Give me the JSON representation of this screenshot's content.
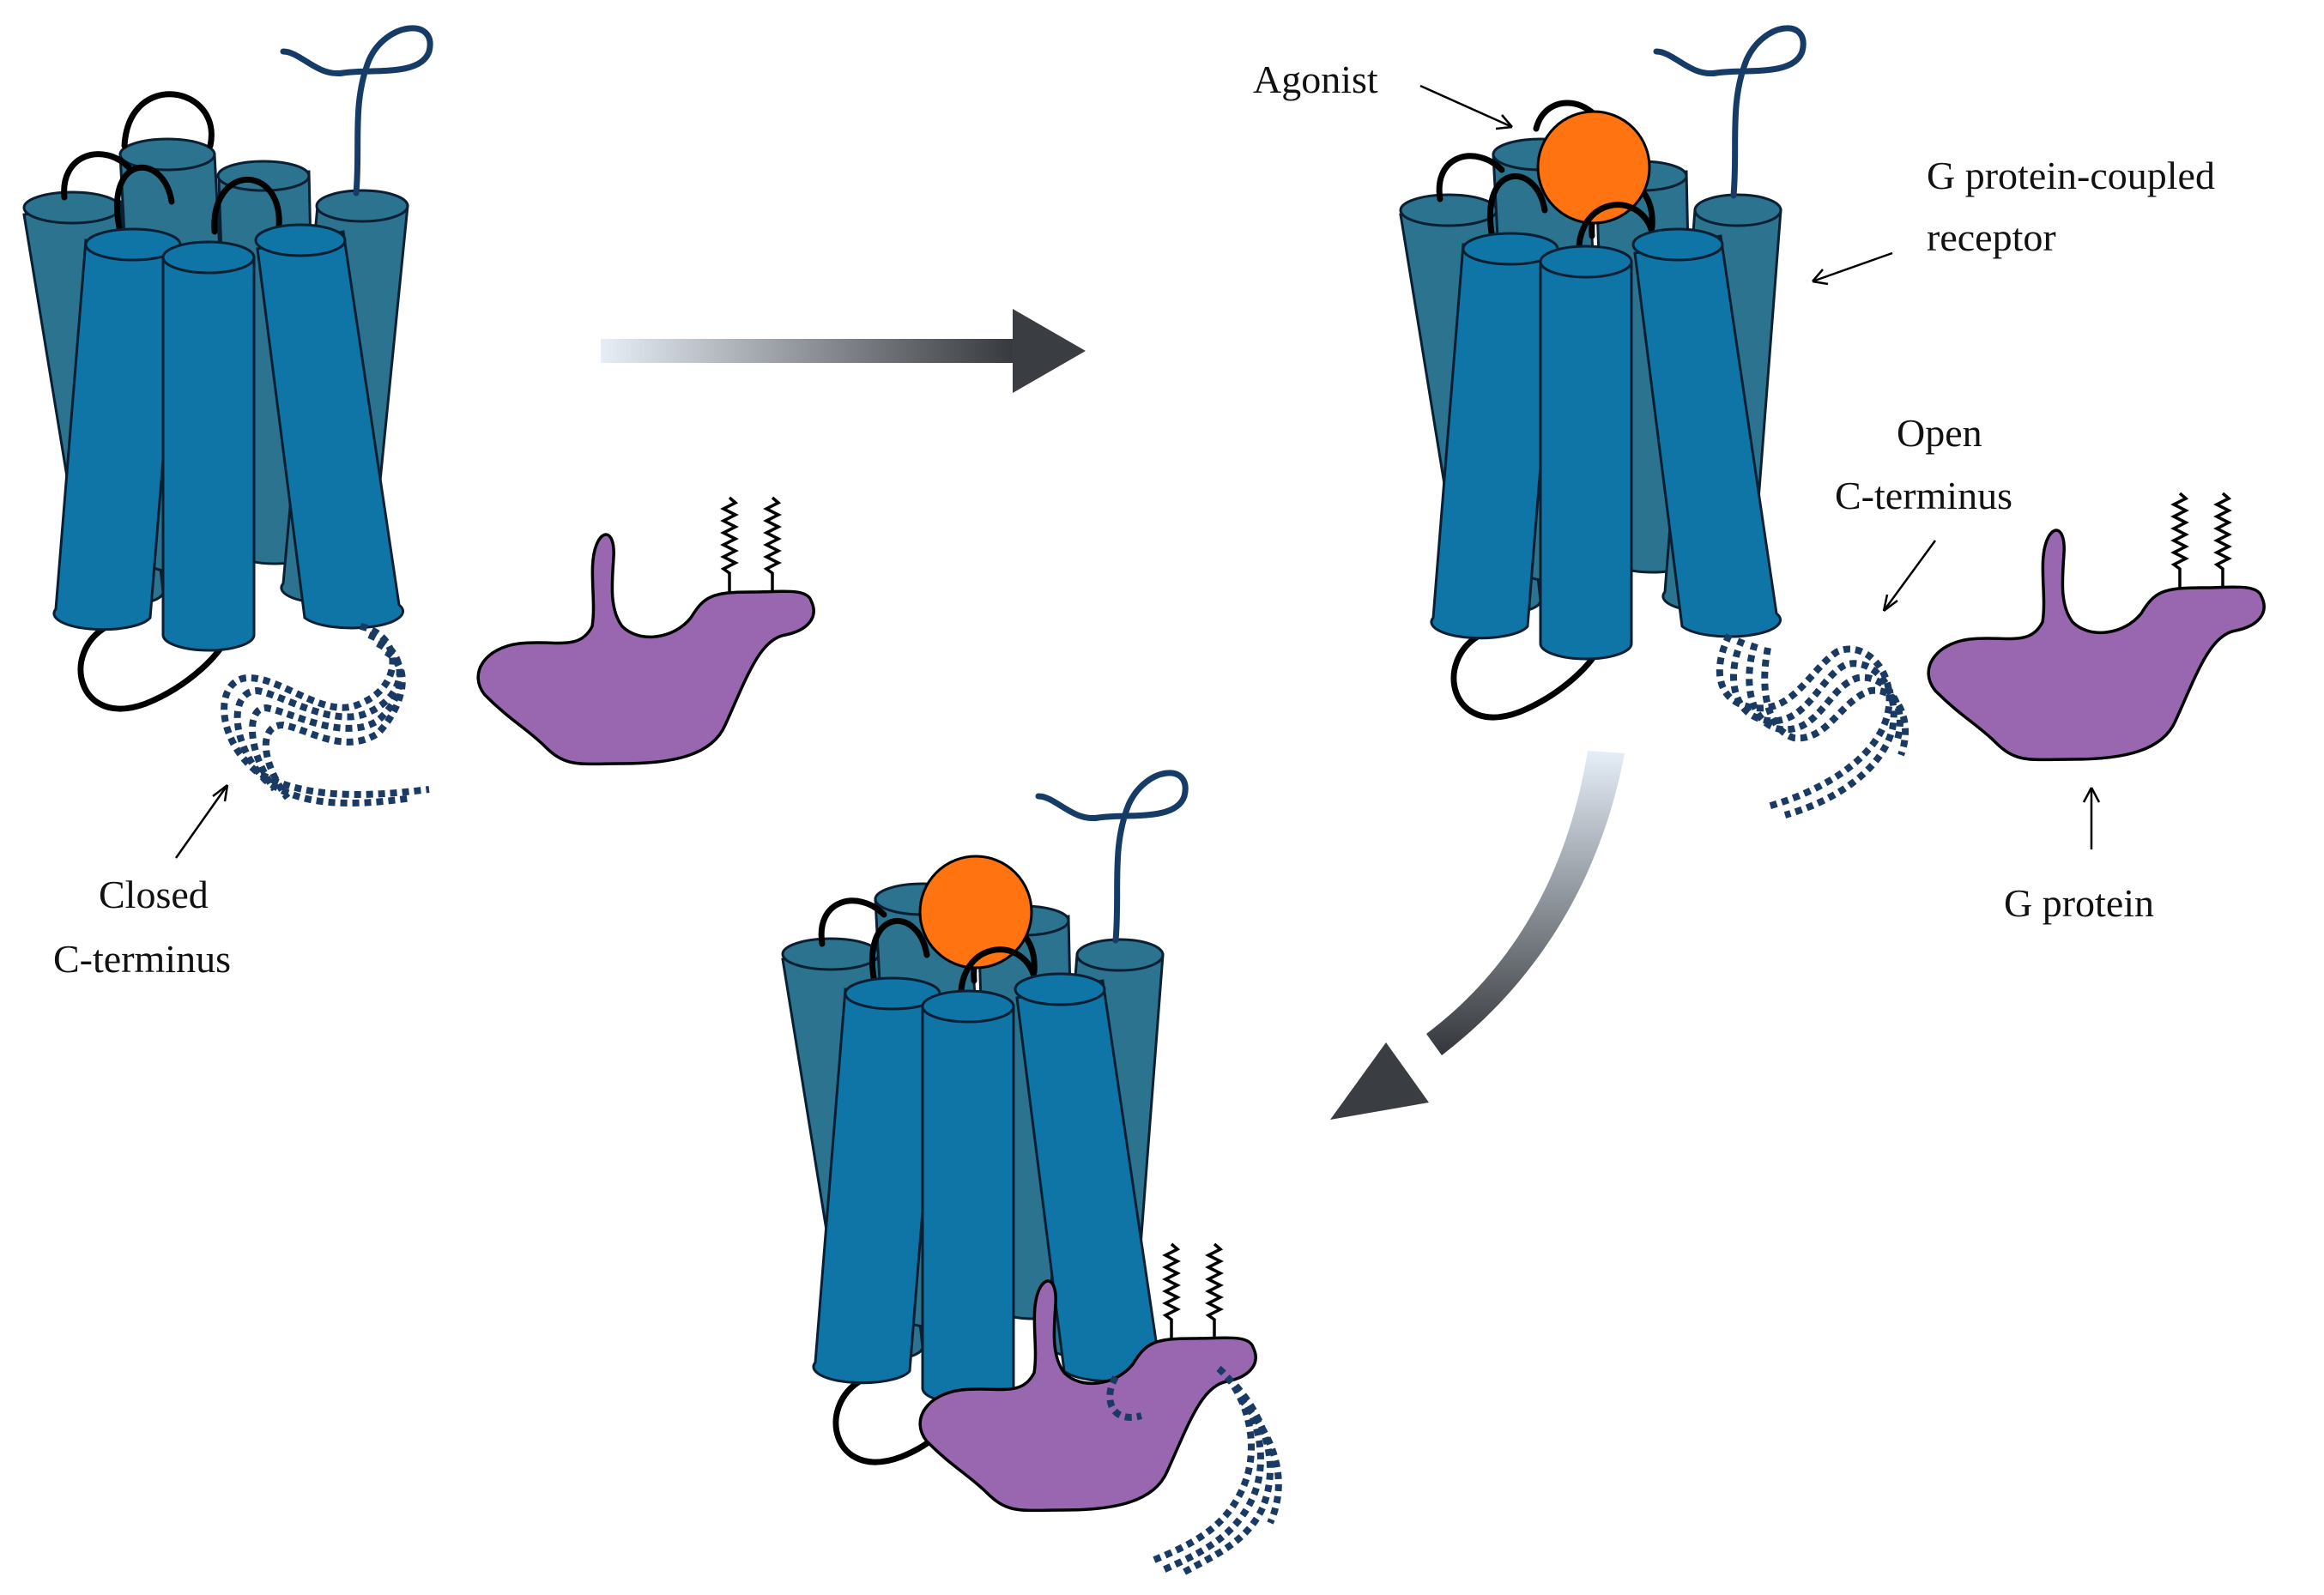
{
  "labels": {
    "closed_line1": "Closed",
    "closed_line2": "C-terminus",
    "agonist": "Agonist",
    "gpcr_line1": "G protein-coupled",
    "gpcr_line2": "receptor",
    "open_line1": "Open",
    "open_line2": "C-terminus",
    "g_protein": "G protein"
  },
  "colors": {
    "helix_front": "#0e75a6",
    "helix_back": "#2b738f",
    "helix_outline": "#0b1f33",
    "c_terminus": "#1b3a63",
    "n_terminus": "#163b66",
    "g_protein": "#9966b0",
    "agonist": "#ff7410",
    "arrow_dark": "#3a3d42"
  }
}
